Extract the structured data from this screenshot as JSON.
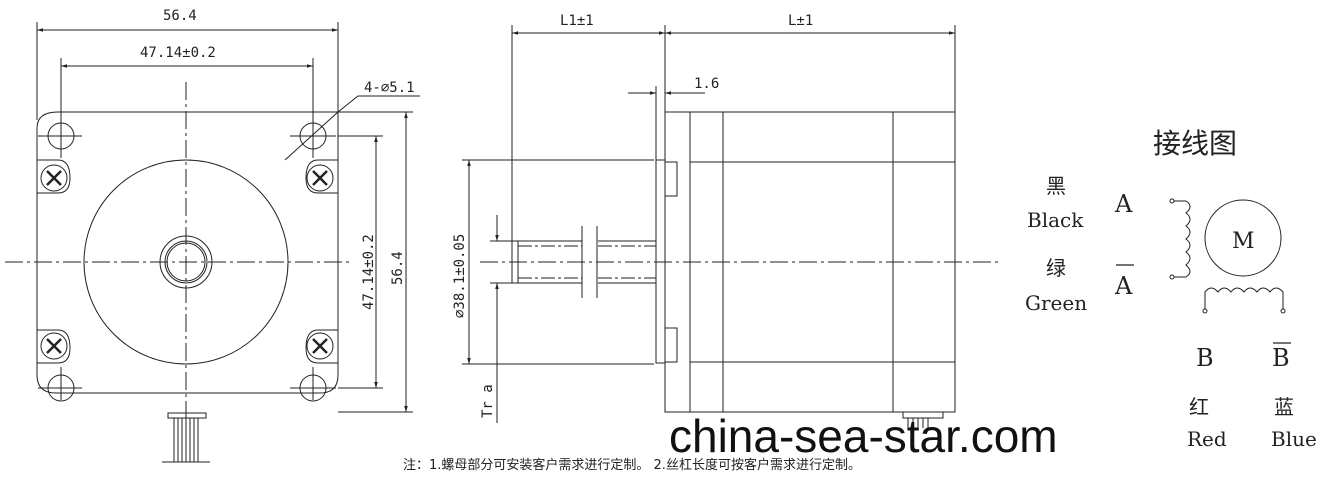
{
  "front_view": {
    "overall_width": "56.4",
    "hole_spacing_h": "47.14±0.2",
    "hole_callout": "4-⌀5.1",
    "hole_spacing_v": "47.14±0.2",
    "overall_height": "56.4"
  },
  "side_view": {
    "shaft_length": "L1±1",
    "body_length": "L±1",
    "flange_thickness": "1.6",
    "pilot_diameter": "⌀38.1±0.05",
    "thread_label": "Tr a"
  },
  "wiring": {
    "title": "接线图",
    "motor_symbol": "M",
    "phases": [
      {
        "pin": "A",
        "color_cn": "黑",
        "color_en": "Black"
      },
      {
        "pin": "A",
        "overline": true,
        "color_cn": "绿",
        "color_en": "Green"
      },
      {
        "pin": "B",
        "color_cn": "红",
        "color_en": "Red"
      },
      {
        "pin": "B",
        "overline": true,
        "color_cn": "蓝",
        "color_en": "Blue"
      }
    ]
  },
  "watermark": "china-sea-star.com",
  "note": "注：1.螺母部分可安装客户需求进行定制。 2.丝杠长度可按客户需求进行定制。"
}
